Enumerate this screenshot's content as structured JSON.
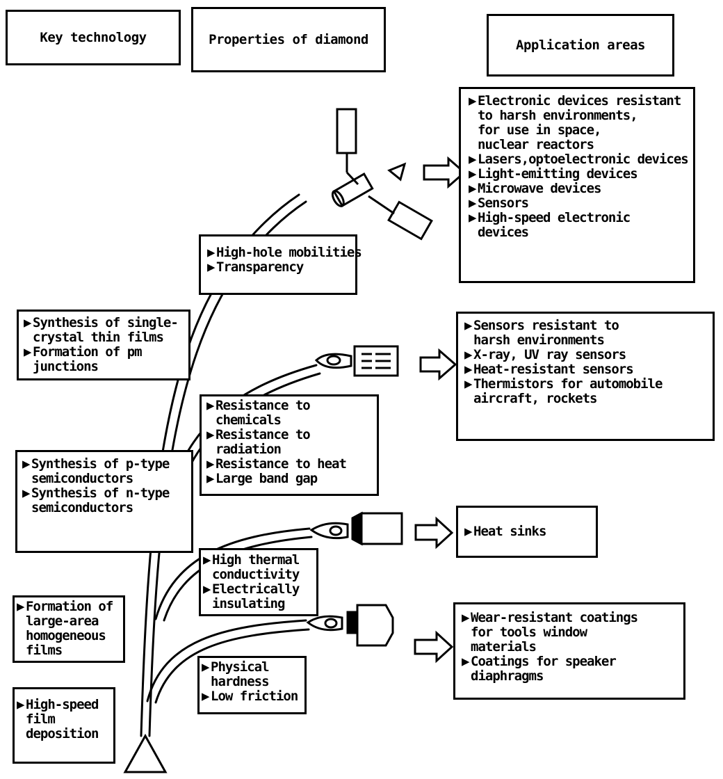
{
  "headers": {
    "key_technology": "Key technology",
    "properties": "Properties of diamond",
    "applications": "Application areas"
  },
  "bullet": "▶",
  "technology": {
    "single_crystal": [
      "Synthesis of single-",
      "crystal thin films"
    ],
    "pm_junction": [
      "Formation of pm",
      "junctions"
    ],
    "p_type": [
      "Synthesis of p-type",
      "semiconductors"
    ],
    "n_type": [
      "Synthesis of n-type",
      "semiconductors"
    ],
    "large_area": [
      "Formation of",
      "large-area",
      "homogeneous",
      "films"
    ],
    "high_speed": [
      "High-speed",
      "film",
      "deposition"
    ]
  },
  "properties": {
    "optical": [
      "High-hole mobilities",
      "Transparency"
    ],
    "resistance": {
      "chemicals": [
        "Resistance to",
        "chemicals"
      ],
      "radiation": [
        "Resistance to",
        "radiation"
      ],
      "heat": "Resistance to heat",
      "band_gap": "Large band gap"
    },
    "thermal": {
      "conductivity": [
        "High thermal",
        "conductivity"
      ],
      "insulating": [
        "Electrically",
        "insulating"
      ]
    },
    "mechanical": {
      "hardness": [
        "Physical",
        "hardness"
      ],
      "friction": "Low friction"
    }
  },
  "applications": {
    "electronics": {
      "harsh": [
        "Electronic devices resistant",
        "to harsh environments,",
        "for use in space,",
        "nuclear reactors"
      ],
      "lasers": "Lasers,optoelectronic devices",
      "led": "Light-emitting devices",
      "microwave": "Microwave devices",
      "sensors": "Sensors",
      "high_speed": [
        "High-speed electronic",
        "devices"
      ]
    },
    "sensors": {
      "harsh": [
        "Sensors resistant to",
        "harsh environments"
      ],
      "xray": "X-ray, UV ray sensors",
      "heat": "Heat-resistant sensors",
      "thermistors": [
        "Thermistors for automobile",
        "aircraft, rockets"
      ]
    },
    "heat_sinks": "Heat sinks",
    "coatings": {
      "wear": [
        "Wear-resistant coatings",
        "for tools window",
        "materials"
      ],
      "speaker": [
        "Coatings for speaker",
        "diaphragms"
      ]
    }
  }
}
